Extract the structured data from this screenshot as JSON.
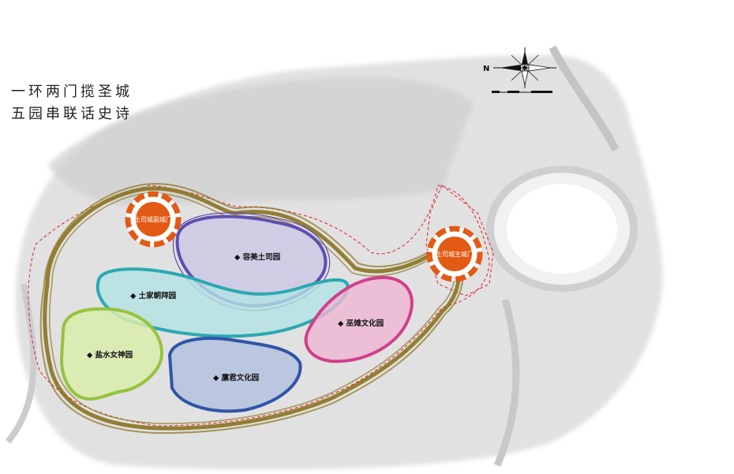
{
  "slogan": {
    "line1": "一环两门揽圣城",
    "line2": "五园串联话史诗"
  },
  "compass": {
    "north_letter": "N"
  },
  "gates": [
    {
      "id": "side",
      "label": "土司城副城门"
    },
    {
      "id": "main",
      "label": "土司城主城门"
    }
  ],
  "zones": [
    {
      "id": "rongmei",
      "label": "◆ 容美土司园",
      "color": "#5e4fb0"
    },
    {
      "id": "tujia",
      "label": "◆ 土家朝拜园",
      "color": "#2aa9b2"
    },
    {
      "id": "wuxi",
      "label": "◆ 巫傩文化园",
      "color": "#d13f8c"
    },
    {
      "id": "yanshui",
      "label": "◆ 盐水女神园",
      "color": "#97c33d"
    },
    {
      "id": "linjun",
      "label": "◆ 廪君文化园",
      "color": "#2f55a8"
    }
  ],
  "colors": {
    "ring": "#8a7320",
    "gate_fill": "#e25a14",
    "boundary": "#e0202a"
  }
}
